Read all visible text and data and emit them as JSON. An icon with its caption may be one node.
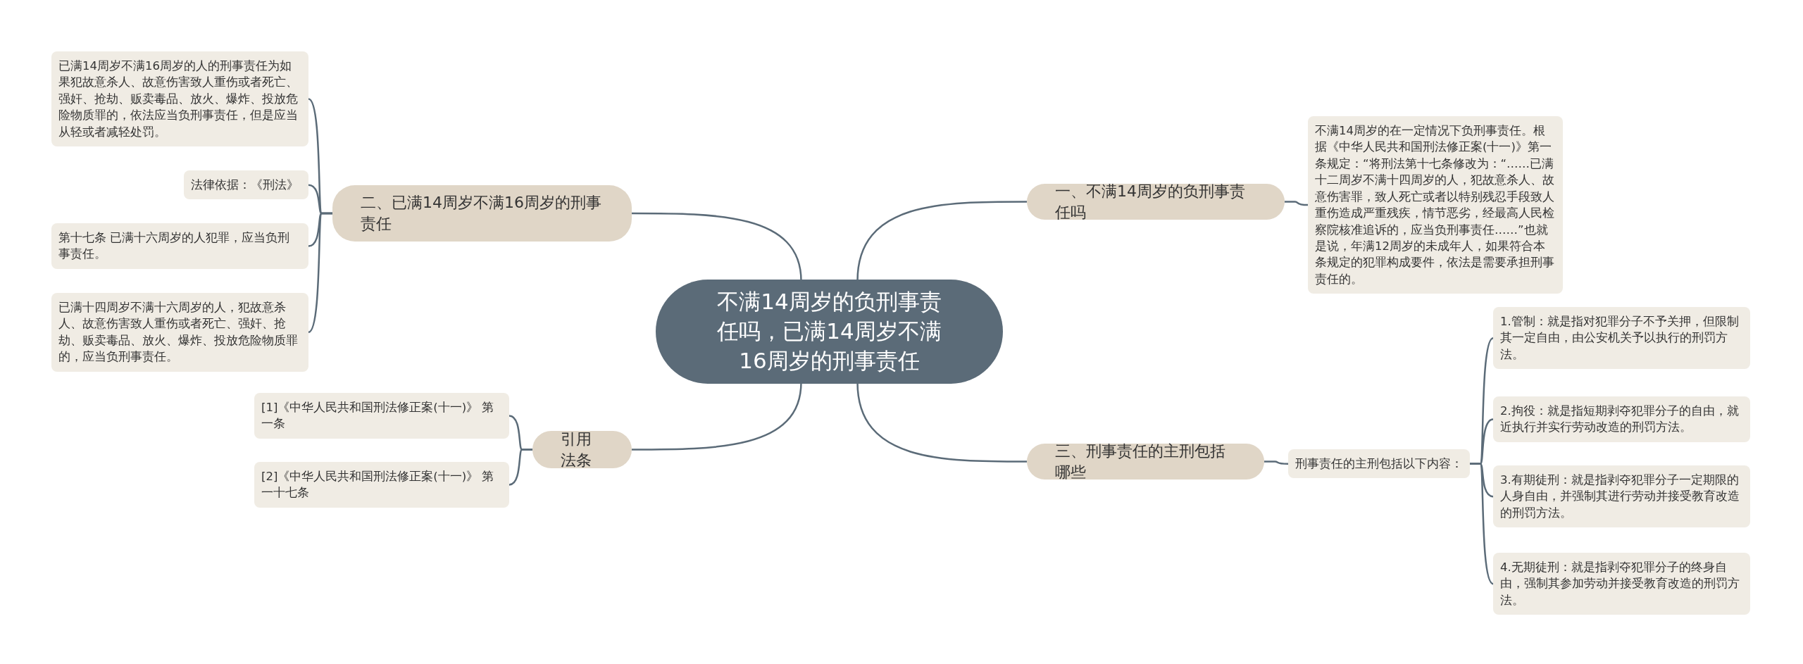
{
  "diagram": {
    "nodes": [
      {
        "text": [
          "不满14周岁的负刑事责任吗，已满14周岁不满16周岁的刑事责任"
        ]
      },
      {
        "text": [
          "一、不满14周岁的负刑事责任吗"
        ]
      },
      {
        "text": [
          "不满14周岁的在一定情况下负刑事责任。根据《中华人民共和国刑法修正案(十一)》第一条规定：“将刑法第十七条修改为：“……已满十二周岁不满十四周岁的人，犯故意杀人、故意伤害罪，致人死亡或者以特别残忍手段致人重伤造成严重残疾，情节恶劣，经最高人民检察院核准追诉的，应当负刑事责任……”也就是说，年满12周岁的未成年人，如果符合本条规定的犯罪构成要件，依法是需要承担刑事责任的。"
        ]
      },
      {
        "text": [
          "二、已满14周岁不满16周岁的刑事责任"
        ]
      },
      {
        "text": [
          "已满14周岁不满16周岁的人的刑事责任为如果犯故意杀人、故意伤害致人重伤或者死亡、强奸、抢劫、贩卖毒品、放火、爆炸、投放危险物质罪的，依法应当负刑事责任，但是应当从轻或者减轻处罚。"
        ]
      },
      {
        "text": [
          "法律依据：《刑法》"
        ]
      },
      {
        "text": [
          "第十七条 已满十六周岁的人犯罪，应当负刑事责任。"
        ]
      },
      {
        "text": [
          "已满十四周岁不满十六周岁的人，犯故意杀人、故意伤害致人重伤或者死亡、强奸、抢劫、贩卖毒品、放火、爆炸、投放危险物质罪的，应当负刑事责任。"
        ]
      },
      {
        "text": [
          "引用法条"
        ]
      },
      {
        "text": [
          "[1]《中华人民共和国刑法修正案(十一)》 第一条"
        ]
      },
      {
        "text": [
          "[2]《中华人民共和国刑法修正案(十一)》 第一十七条"
        ]
      },
      {
        "text": [
          "三、刑事责任的主刑包括哪些"
        ]
      },
      {
        "text": [
          "刑事责任的主刑包括以下内容："
        ]
      },
      {
        "text": [
          "1.管制：就是指对犯罪分子不予关押，但限制其一定自由，由公安机关予以执行的刑罚方法。"
        ]
      },
      {
        "text": [
          "2.拘役：就是指短期剥夺犯罪分子的自由，就近执行并实行劳动改造的刑罚方法。"
        ]
      },
      {
        "text": [
          "3.有期徒刑：就是指剥夺犯罪分子一定期限的人身自由，并强制其进行劳动并接受教育改造的刑罚方法。"
        ]
      },
      {
        "text": [
          "4.无期徒刑：就是指剥夺犯罪分子的终身自由，强制其参加劳动并接受教育改造的刑罚方法。"
        ]
      }
    ],
    "edges": [
      {
        "from": 0,
        "to": 1,
        "arrow": "none"
      },
      {
        "from": 1,
        "to": 2,
        "arrow": "none"
      },
      {
        "from": 0,
        "to": 3,
        "arrow": "none"
      },
      {
        "from": 3,
        "to": 4,
        "arrow": "none"
      },
      {
        "from": 3,
        "to": 5,
        "arrow": "none"
      },
      {
        "from": 3,
        "to": 6,
        "arrow": "none"
      },
      {
        "from": 3,
        "to": 7,
        "arrow": "none"
      },
      {
        "from": 0,
        "to": 8,
        "arrow": "none"
      },
      {
        "from": 8,
        "to": 9,
        "arrow": "none"
      },
      {
        "from": 8,
        "to": 10,
        "arrow": "none"
      },
      {
        "from": 0,
        "to": 11,
        "arrow": "none"
      },
      {
        "from": 11,
        "to": 12,
        "arrow": "none"
      },
      {
        "from": 12,
        "to": 13,
        "arrow": "none"
      },
      {
        "from": 12,
        "to": 14,
        "arrow": "none"
      },
      {
        "from": 12,
        "to": 15,
        "arrow": "none"
      },
      {
        "from": 12,
        "to": 16,
        "arrow": "none"
      }
    ]
  }
}
